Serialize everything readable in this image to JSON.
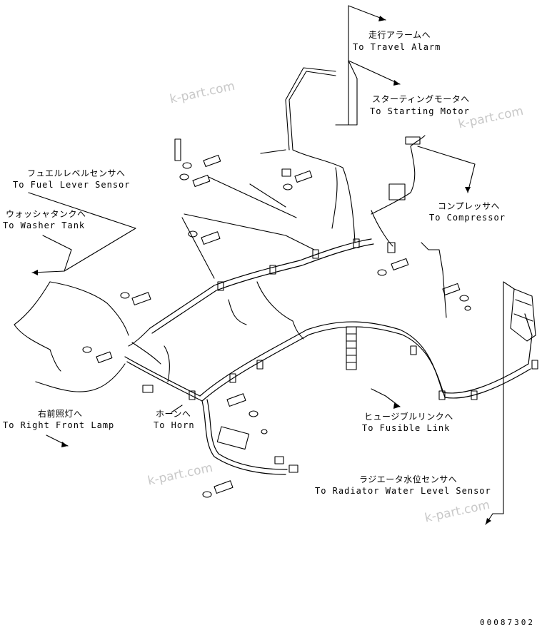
{
  "labels": {
    "travel_alarm": {
      "jp": "走行アラームへ",
      "en": "To Travel Alarm"
    },
    "starting_motor": {
      "jp": "スターティングモータへ",
      "en": "To Starting Motor"
    },
    "fuel_lever_sensor": {
      "jp": "フュエルレベルセンサへ",
      "en": "To Fuel Lever Sensor"
    },
    "washer_tank": {
      "jp": "ウォッシャタンクへ",
      "en": "To Washer Tank"
    },
    "compressor": {
      "jp": "コンプレッサへ",
      "en": "To Compressor"
    },
    "right_front_lamp": {
      "jp": "右前照灯へ",
      "en": "To Right Front Lamp"
    },
    "horn": {
      "jp": "ホーンへ",
      "en": "To Horn"
    },
    "fusible_link": {
      "jp": "ヒュージブルリンクへ",
      "en": "To Fusible Link"
    },
    "radiator_sensor": {
      "jp": "ラジエータ水位センサへ",
      "en": "To Radiator Water Level Sensor"
    }
  },
  "watermark": "k-part.com",
  "drawing_code": "00087302",
  "colors": {
    "line": "#000000",
    "watermark": "#c8c8c8",
    "background": "#ffffff"
  }
}
